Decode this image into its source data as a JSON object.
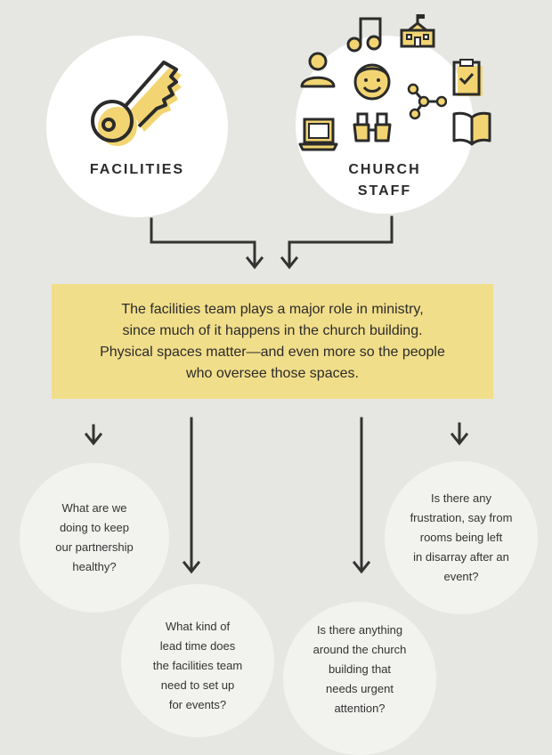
{
  "top": {
    "facilities_label": "FACILITIES",
    "staff_label": [
      "CHURCH",
      "STAFF"
    ]
  },
  "icons": {
    "facilities": "key-icon",
    "staff": [
      "music-note-icon",
      "school-building-icon",
      "person-icon",
      "smiley-face-icon",
      "clipboard-check-icon",
      "network-icon",
      "laptop-icon",
      "binoculars-icon",
      "open-book-icon"
    ]
  },
  "banner": {
    "lines": [
      "The facilities team plays a major role in ministry,",
      "since much of it happens in the church building.",
      "Physical spaces matter—and even more so the people",
      "who oversee those spaces."
    ]
  },
  "questions": [
    {
      "lines": [
        "What are we",
        "doing to keep",
        "our partnership",
        "healthy?"
      ]
    },
    {
      "lines": [
        "What kind of",
        "lead time does",
        "the facilities team",
        "need to set up",
        "for events?"
      ]
    },
    {
      "lines": [
        "Is there anything",
        "around the church",
        "building that",
        "needs urgent",
        "attention?"
      ]
    },
    {
      "lines": [
        "Is there any",
        "frustration, say from",
        "rooms being left",
        "in disarray after an",
        "event?"
      ]
    }
  ],
  "colors": {
    "background": "#e6e6e2",
    "accent_yellow": "#f1de8a",
    "icon_fill": "#f2d572",
    "line": "#333333"
  }
}
